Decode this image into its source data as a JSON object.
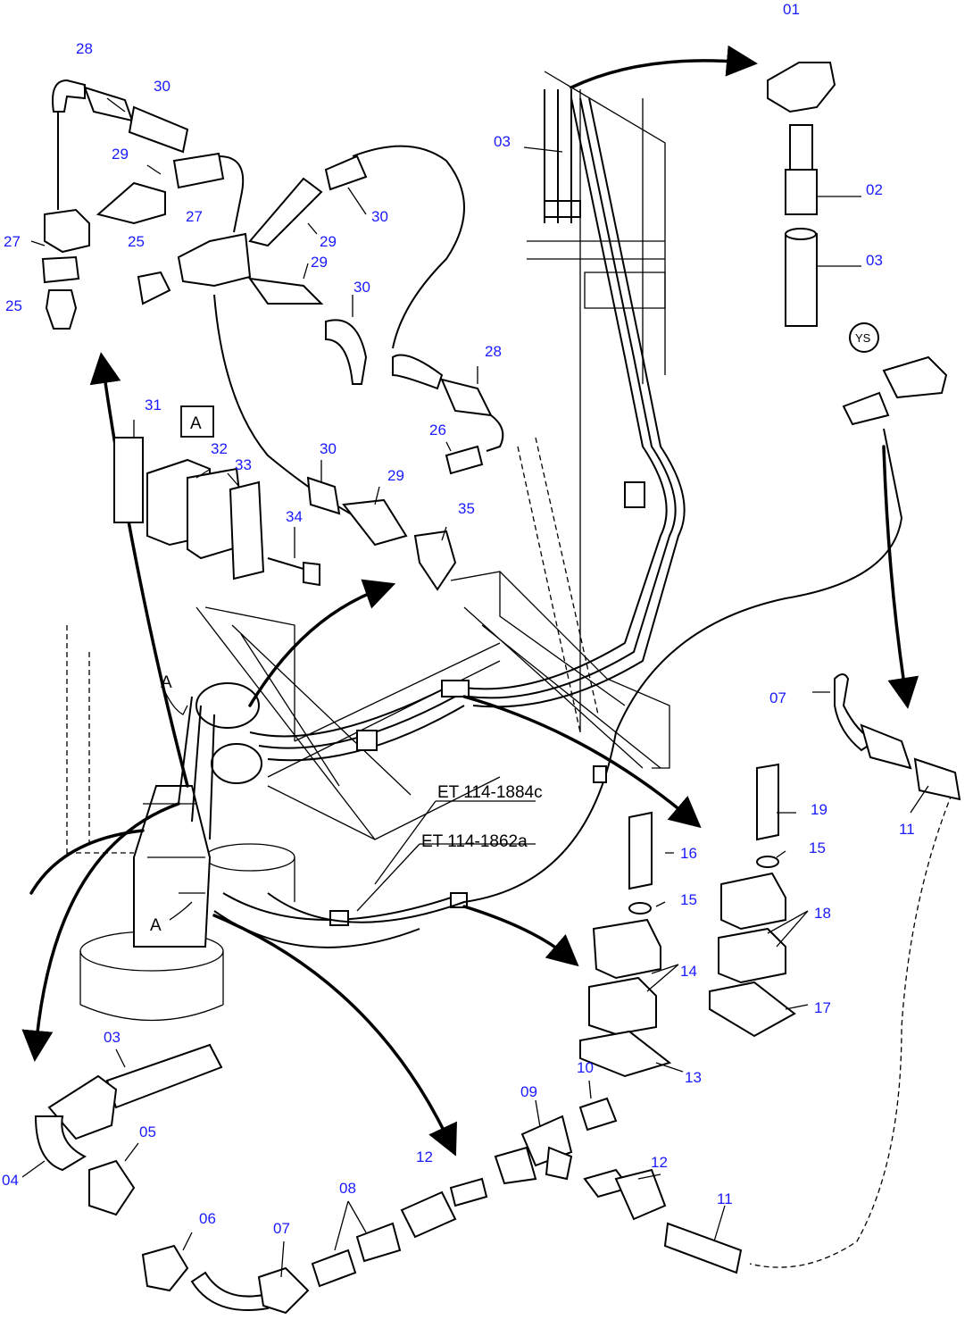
{
  "diagram": {
    "callouts": [
      {
        "id": "c01",
        "text": "01"
      },
      {
        "id": "c02",
        "text": "02"
      },
      {
        "id": "c03a",
        "text": "03"
      },
      {
        "id": "c03b",
        "text": "03"
      },
      {
        "id": "c03c",
        "text": "03"
      },
      {
        "id": "c04",
        "text": "04"
      },
      {
        "id": "c05",
        "text": "05"
      },
      {
        "id": "c06",
        "text": "06"
      },
      {
        "id": "c07a",
        "text": "07"
      },
      {
        "id": "c07b",
        "text": "07"
      },
      {
        "id": "c08",
        "text": "08"
      },
      {
        "id": "c09",
        "text": "09"
      },
      {
        "id": "c10",
        "text": "10"
      },
      {
        "id": "c11a",
        "text": "11"
      },
      {
        "id": "c11b",
        "text": "11"
      },
      {
        "id": "c12a",
        "text": "12"
      },
      {
        "id": "c12b",
        "text": "12"
      },
      {
        "id": "c13",
        "text": "13"
      },
      {
        "id": "c14",
        "text": "14"
      },
      {
        "id": "c15a",
        "text": "15"
      },
      {
        "id": "c15b",
        "text": "15"
      },
      {
        "id": "c16",
        "text": "16"
      },
      {
        "id": "c17",
        "text": "17"
      },
      {
        "id": "c18",
        "text": "18"
      },
      {
        "id": "c19",
        "text": "19"
      },
      {
        "id": "c25a",
        "text": "25"
      },
      {
        "id": "c25b",
        "text": "25"
      },
      {
        "id": "c26",
        "text": "26"
      },
      {
        "id": "c27a",
        "text": "27"
      },
      {
        "id": "c27b",
        "text": "27"
      },
      {
        "id": "c28a",
        "text": "28"
      },
      {
        "id": "c28b",
        "text": "28"
      },
      {
        "id": "c29a",
        "text": "29"
      },
      {
        "id": "c29b",
        "text": "29"
      },
      {
        "id": "c29c",
        "text": "29"
      },
      {
        "id": "c29d",
        "text": "29"
      },
      {
        "id": "c30a",
        "text": "30"
      },
      {
        "id": "c30b",
        "text": "30"
      },
      {
        "id": "c30c",
        "text": "30"
      },
      {
        "id": "c30d",
        "text": "30"
      },
      {
        "id": "c31",
        "text": "31"
      },
      {
        "id": "c32",
        "text": "32"
      },
      {
        "id": "c33",
        "text": "33"
      },
      {
        "id": "c34",
        "text": "34"
      },
      {
        "id": "c35",
        "text": "35"
      }
    ],
    "references": {
      "et_upper": "ET 114-1884c",
      "et_lower": "ET 114-1862a",
      "detail_box": "A",
      "view_a_top": "A",
      "view_a_bottom": "A",
      "sensor_tag": "YS"
    }
  }
}
